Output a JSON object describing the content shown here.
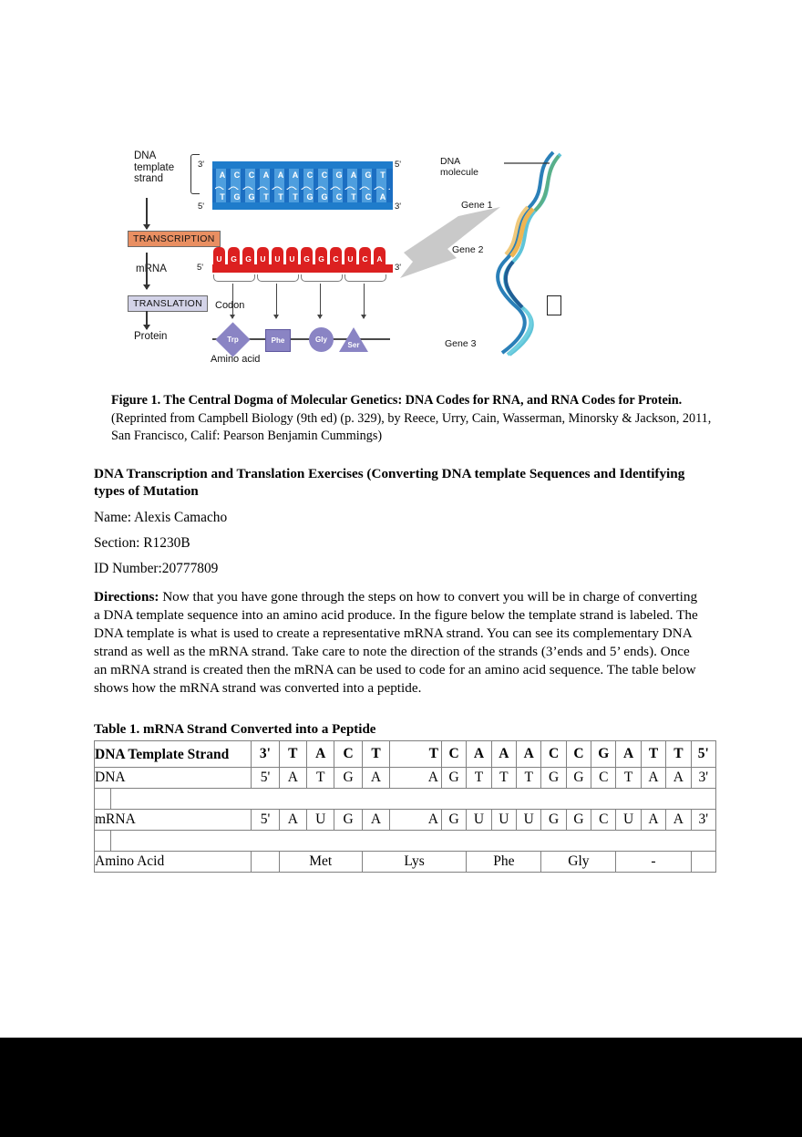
{
  "figure": {
    "labels": {
      "dna_template_strand": "DNA\ntemplate\nstrand",
      "mrna": "mRNA",
      "protein": "Protein",
      "codon": "Codon",
      "amino_acid": "Amino acid",
      "dna_molecule": "DNA\nmolecule",
      "gene1": "Gene 1",
      "gene2": "Gene 2",
      "gene3": "Gene 3",
      "transcription": "TRANSCRIPTION",
      "translation": "TRANSLATION"
    },
    "ends": {
      "template_left": "3'",
      "template_right": "5'",
      "complement_left": "5'",
      "complement_right": "3'",
      "mrna_left": "5'",
      "mrna_right": "3'"
    },
    "dna_template_bases": [
      "A",
      "C",
      "C",
      "A",
      "A",
      "A",
      "C",
      "C",
      "G",
      "A",
      "G",
      "T"
    ],
    "dna_complement_bases": [
      "T",
      "G",
      "G",
      "T",
      "T",
      "T",
      "G",
      "G",
      "C",
      "T",
      "C",
      "A"
    ],
    "mrna_bases": [
      "U",
      "G",
      "G",
      "U",
      "U",
      "U",
      "G",
      "G",
      "C",
      "U",
      "C",
      "A"
    ],
    "amino_acids": [
      "Trp",
      "Phe",
      "Gly",
      "Ser"
    ],
    "colors": {
      "dna_blue": "#1b6ec2",
      "mrna_red": "#dc2020",
      "transcription_tag": "#e98f62",
      "translation_tag": "#d3d3e8",
      "protein_purple": "#8a84c4"
    }
  },
  "caption": {
    "bold": "Figure 1. The Central Dogma of Molecular Genetics: DNA Codes for RNA, and RNA Codes for Protein.",
    "rest": "(Reprinted from Campbell Biology (9th ed) (p. 329), by Reece, Urry, Cain, Wasserman, Minorsky & Jackson, 2011, San Francisco, Calif: Pearson Benjamin Cummings)"
  },
  "heading": "DNA Transcription and Translation Exercises (Converting DNA template Sequences and Identifying types of Mutation",
  "meta": {
    "name": "Name: Alexis Camacho",
    "section": "Section: R1230B",
    "id_number": "ID Number:20777809"
  },
  "directions": {
    "label": "Directions:",
    "body": " Now that you have gone through the steps on how to convert you will be in charge of converting a DNA template sequence into an amino acid produce. In the figure below the template strand is labeled. The DNA template is what is used to create a representative mRNA strand. You can see its complementary DNA strand as well as the mRNA strand. Take care to note the direction of the strands (3’ends and 5’ ends). Once an mRNA strand is created then the mRNA can be used to code for an amino acid sequence. The table below shows how the mRNA strand was converted into a peptide."
  },
  "table": {
    "title": "Table 1. mRNA Strand Converted into a Peptide",
    "rows": {
      "dna_template_label": "DNA Template Strand",
      "dna_label": "DNA",
      "mrna_label": "mRNA",
      "amino_acid_label": "Amino Acid"
    },
    "dna_template": [
      "3'",
      "T",
      "A",
      "C",
      "T",
      "T",
      "C",
      "A",
      "A",
      "A",
      "C",
      "C",
      "G",
      "A",
      "T",
      "T",
      "5'"
    ],
    "dna": [
      "5'",
      "A",
      "T",
      "G",
      "A",
      "A",
      "G",
      "T",
      "T",
      "T",
      "G",
      "G",
      "C",
      "T",
      "A",
      "A",
      "3'"
    ],
    "mrna": [
      "5'",
      "A",
      "U",
      "G",
      "A",
      "A",
      "G",
      "U",
      "U",
      "U",
      "G",
      "G",
      "C",
      "U",
      "A",
      "A",
      "3'"
    ],
    "amino_acids": [
      "Met",
      "Lys",
      "Phe",
      "Gly",
      "-"
    ]
  }
}
